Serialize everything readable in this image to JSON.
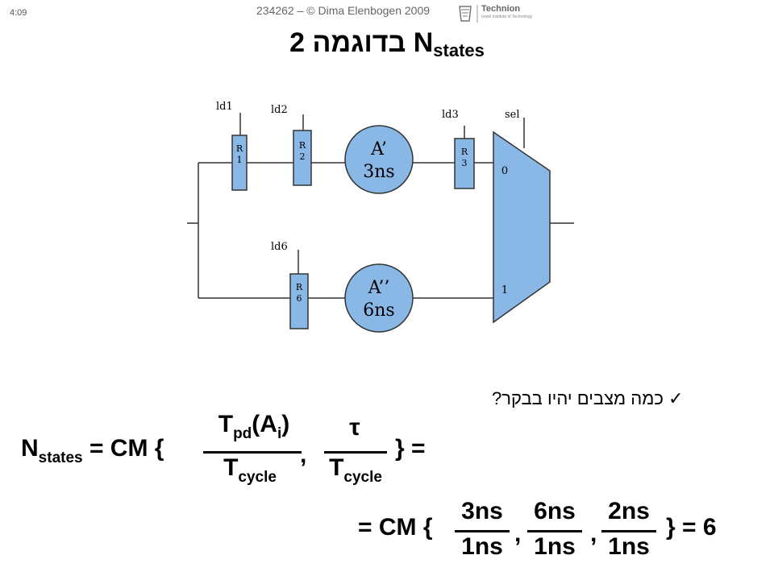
{
  "header": {
    "slide_number": "4:09",
    "credit": "234262 – © Dima Elenbogen 2009",
    "logo_text": "Technion",
    "logo_subtext": "Israel Institute of Technology"
  },
  "title": {
    "hebrew": "בדוגמה 2",
    "n": "N",
    "sub": "states"
  },
  "diagram": {
    "ld1": "ld1",
    "ld2": "ld2",
    "ld3": "ld3",
    "ld6": "ld6",
    "sel": "sel",
    "r1_top": "R",
    "r1_bot": "1",
    "r2_top": "R",
    "r2_bot": "2",
    "r3_top": "R",
    "r3_bot": "3",
    "r6_top": "R",
    "r6_bot": "6",
    "a1_name": "A’",
    "a1_time": "3ns",
    "a2_name": "A’’",
    "a2_time": "6ns",
    "mux_in0": "0",
    "mux_in1": "1",
    "colors": {
      "register": "#89b8e6",
      "circle": "#89b8e6",
      "mux": "#89b8e6",
      "stroke": "#333333"
    }
  },
  "bullet": {
    "checkmark": "✓",
    "text": "כמה מצבים יהיו בבקר?"
  },
  "equation1": {
    "lhs_n": "N",
    "lhs_sub": "states",
    "eq_cm": "= CM {",
    "f1_num_t": "T",
    "f1_num_sub": "pd",
    "f1_num_rest": "(A",
    "f1_num_i": "i",
    "f1_num_close": ")",
    "f1_den_t": "T",
    "f1_den_sub": "cycle",
    "comma": ",",
    "f2_num": "τ",
    "f2_den_t": "T",
    "f2_den_sub": "cycle",
    "close": "} ="
  },
  "equation2": {
    "prefix": "= CM {",
    "f1_num": "3ns",
    "f1_den": "1ns",
    "comma1": ",",
    "f2_num": "6ns",
    "f2_den": "1ns",
    "comma2": ",",
    "f3_num": "2ns",
    "f3_den": "1ns",
    "close": "} = 6"
  }
}
